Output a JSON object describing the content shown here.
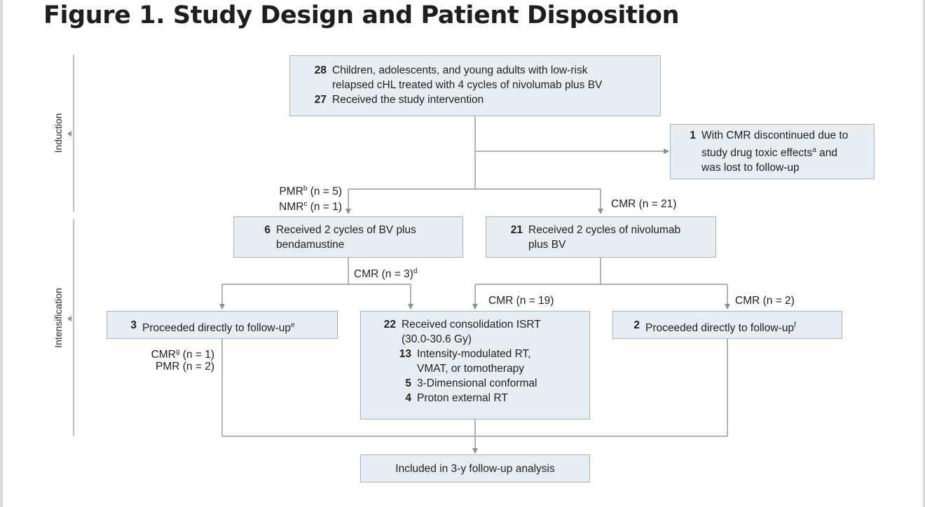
{
  "title": "Figure 1.  Study Design and Patient Disposition",
  "phases": {
    "induction": "Induction",
    "intensification": "Intensification"
  },
  "enrolled": {
    "rows": [
      {
        "n": "28",
        "t": "Children, adolescents, and young adults with low-risk"
      },
      {
        "n": "",
        "t": "relapsed cHL treated with 4 cycles of nivolumab plus BV"
      },
      {
        "n": "27",
        "t": "Received the study intervention"
      }
    ]
  },
  "discontinued": {
    "rows": [
      {
        "n": "1",
        "t": "With CMR discontinued due to"
      },
      {
        "n": "",
        "t": "study drug toxic effects",
        "sup": "a",
        "after": " and"
      },
      {
        "n": "",
        "t": "was lost to follow-up"
      }
    ]
  },
  "bv_benda": {
    "rows": [
      {
        "n": "6",
        "t": "Received 2 cycles of BV plus"
      },
      {
        "n": "",
        "t": "bendamustine"
      }
    ]
  },
  "nivo_bv": {
    "rows": [
      {
        "n": "21",
        "t": "Received 2 cycles of nivolumab"
      },
      {
        "n": "",
        "t": "plus BV"
      }
    ]
  },
  "followup_left": {
    "n": "3",
    "t": "Proceeded directly to follow-up",
    "sup": "e"
  },
  "consolidation": {
    "rows": [
      {
        "n": "22",
        "t": "Received consolidation ISRT"
      },
      {
        "n": "",
        "t": "(30.0-30.6 Gy)"
      },
      {
        "n": "13",
        "t": "Intensity-modulated RT,"
      },
      {
        "n": "",
        "t": "VMAT, or tomotherapy"
      },
      {
        "n": "5",
        "t": "3-Dimensional conformal"
      },
      {
        "n": "4",
        "t": "Proton external RT"
      }
    ]
  },
  "followup_right": {
    "n": "2",
    "t": "Proceeded directly to follow-up",
    "sup": "f"
  },
  "final": {
    "t": "Included in 3-y follow-up analysis"
  },
  "labels": {
    "pmr_1": {
      "a": "PMR",
      "sup": "b",
      "b": " (n = 5)"
    },
    "nmr_1": {
      "a": "NMR",
      "sup": "c",
      "b": " (n = 1)"
    },
    "cmr_21": {
      "a": "CMR (n = 21)"
    },
    "cmr_3": {
      "a": "CMR (n = 3)",
      "sup": "d"
    },
    "cmr_19": {
      "a": "CMR (n = 19)"
    },
    "cmr_2": {
      "a": "CMR (n = 2)"
    },
    "cmr_g": {
      "a": "CMR",
      "sup": "g",
      "b": " (n = 1)"
    },
    "pmr_2": {
      "a": "PMR (n = 2)"
    }
  },
  "colors": {
    "box_fill": "#e7eef3",
    "box_border": "#a9b5bd",
    "line": "#9a9a9a"
  }
}
